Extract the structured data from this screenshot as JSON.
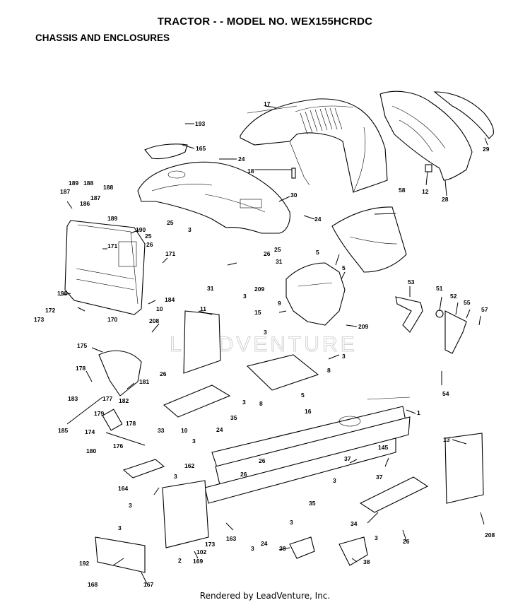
{
  "header": {
    "title": "TRACTOR - - MODEL NO. WEX155HCRDC",
    "subtitle": "CHASSIS AND ENCLOSURES"
  },
  "watermark": "LEADVENTURE",
  "footer": {
    "text": "Rendered by LeadVenture, Inc."
  },
  "callouts": [
    "193",
    "165",
    "24",
    "17",
    "18",
    "29",
    "12",
    "28",
    "30",
    "58",
    "189",
    "188",
    "187",
    "186",
    "189",
    "187",
    "188",
    "171",
    "190",
    "25",
    "26",
    "25",
    "3",
    "24",
    "26",
    "25",
    "5",
    "5",
    "31",
    "31",
    "3",
    "209",
    "9",
    "15",
    "3",
    "209",
    "198",
    "172",
    "173",
    "170",
    "184",
    "10",
    "171",
    "11",
    "208",
    "53",
    "51",
    "52",
    "55",
    "57",
    "54",
    "175",
    "178",
    "183",
    "177",
    "179",
    "182",
    "178",
    "185",
    "174",
    "180",
    "176",
    "181",
    "26",
    "33",
    "10",
    "35",
    "3",
    "8",
    "8",
    "5",
    "16",
    "3",
    "1",
    "24",
    "13",
    "145",
    "37",
    "37",
    "3",
    "26",
    "35",
    "34",
    "3",
    "162",
    "164",
    "3",
    "26",
    "3",
    "192",
    "168",
    "167",
    "169",
    "2",
    "102",
    "173",
    "163",
    "3",
    "24",
    "38",
    "3",
    "38",
    "3",
    "208",
    "26",
    "3"
  ]
}
